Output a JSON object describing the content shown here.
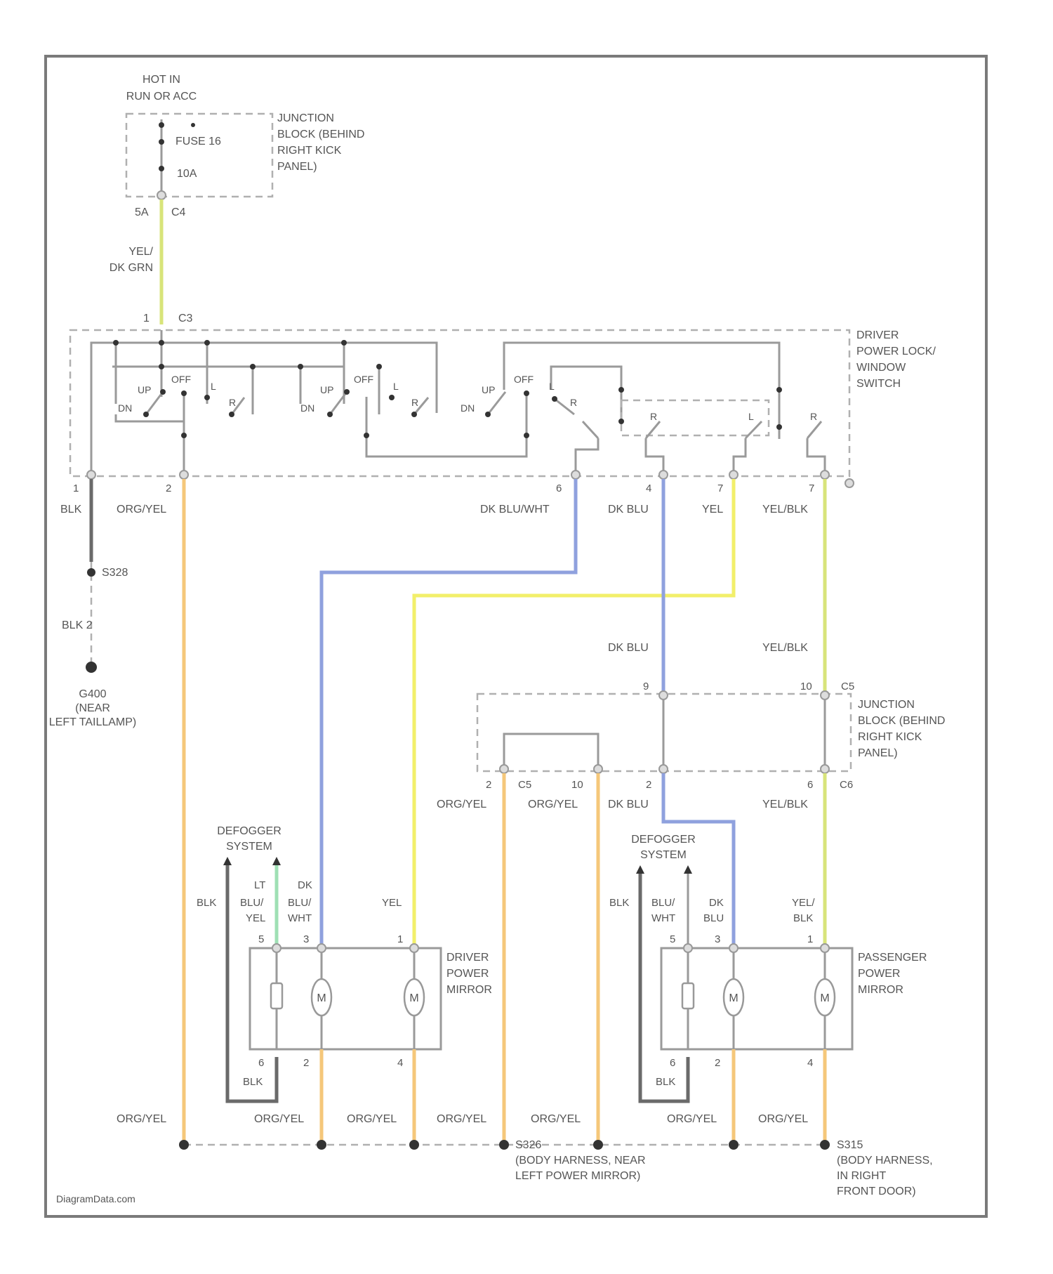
{
  "labels": {
    "hot_in": "HOT IN",
    "run_acc": "RUN OR ACC",
    "jb_top": [
      "JUNCTION",
      "BLOCK (BEHIND",
      "RIGHT KICK",
      "PANEL)"
    ],
    "fuse": "FUSE 16",
    "amps": "10A",
    "pin_5a": "5A",
    "pin_c4": "C4",
    "wire_yel_top": "YEL/",
    "wire_dkgrn": "DK GRN",
    "sw_pin1": "1",
    "sw_conn": "C3",
    "switch_name": [
      "DRIVER",
      "POWER LOCK/",
      "WINDOW",
      "SWITCH"
    ],
    "sw_up": "UP",
    "sw_off": "OFF",
    "sw_dn": "DN",
    "sw_l": "L",
    "sw_r": "R",
    "pins_bottom": [
      "1",
      "2",
      "6",
      "4",
      "7",
      "7"
    ],
    "wires_bottom": [
      "BLK",
      "ORG/YEL",
      "DK BLU/WHT",
      "DK BLU",
      "YEL",
      "YEL/BLK"
    ],
    "splice_g": "S328",
    "blk2": "BLK 2",
    "ground": [
      "G400",
      "(NEAR",
      "LEFT TAILLAMP)"
    ],
    "dkblu_mid": "DK BLU",
    "yelblk_mid": "YEL/BLK",
    "jb2_pins_top": [
      "9",
      "10",
      "C5"
    ],
    "jb2": [
      "JUNCTION",
      "BLOCK (BEHIND",
      "RIGHT KICK",
      "PANEL)"
    ],
    "jb2_pins_bottom": [
      "2",
      "C5",
      "10",
      "2",
      "6",
      "C6"
    ],
    "jb2_wires": [
      "ORG/YEL",
      "ORG/YEL",
      "DK BLU",
      "YEL/BLK"
    ],
    "defog_left": [
      "DEFOGGER",
      "SYSTEM"
    ],
    "defog_right": [
      "DEFOGGER",
      "SYSTEM"
    ],
    "left_wires": [
      "BLK",
      "LT",
      "BLU/",
      "YEL",
      "DK",
      "BLU/",
      "WHT",
      "YEL"
    ],
    "right_wires": [
      "BLK",
      "BLU/",
      "WHT",
      "DK",
      "BLU",
      "YEL/",
      "BLK"
    ],
    "mirror_pins_top": [
      "5",
      "3",
      "1"
    ],
    "mirror_pins_top_r": [
      "5",
      "3",
      "1"
    ],
    "driver_mirror": [
      "DRIVER",
      "POWER",
      "MIRROR"
    ],
    "pass_mirror": [
      "PASSENGER",
      "POWER",
      "MIRROR"
    ],
    "motor": "M",
    "mirror_pins_bottom": [
      "6",
      "2",
      "4"
    ],
    "mirror_pins_bottom_r": [
      "6",
      "2",
      "4"
    ],
    "blk_loop": "BLK",
    "blk_loop_r": "BLK",
    "orgyel_bottom": [
      "ORG/YEL",
      "ORG/YEL",
      "ORG/YEL",
      "ORG/YEL",
      "ORG/YEL",
      "ORG/YEL",
      "ORG/YEL"
    ],
    "splice_left": [
      "S326",
      "(BODY HARNESS, NEAR",
      "LEFT POWER MIRROR)"
    ],
    "splice_right": [
      "S315",
      "(BODY HARNESS,",
      "IN RIGHT",
      "FRONT DOOR)"
    ],
    "watermark": "DiagramData.com"
  }
}
